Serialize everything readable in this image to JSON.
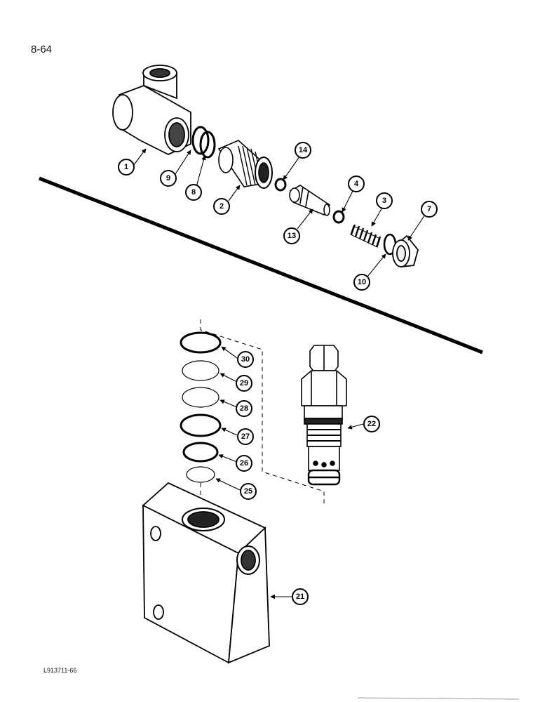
{
  "page_number": "8-64",
  "figure_code": "L913711-66",
  "callouts": [
    "1",
    "9",
    "8",
    "2",
    "14",
    "13",
    "4",
    "3",
    "7",
    "10",
    "30",
    "29",
    "28",
    "27",
    "26",
    "25",
    "22",
    "21"
  ]
}
